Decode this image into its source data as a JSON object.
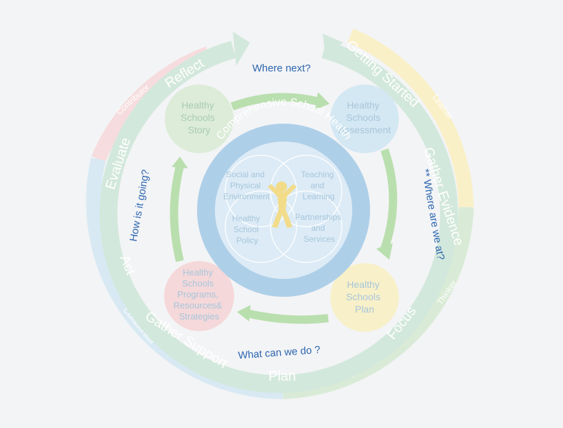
{
  "colors": {
    "background": "#f3f4f6",
    "pink": "#f6dcde",
    "yellow": "#faf0c8",
    "sky": "#d8e9f3",
    "green": "#d9ebd6",
    "ring_teal": "#d3e8dc",
    "ring_text": "#ffffff",
    "question_blue": "#2d66b0",
    "arrow_green": "#b9dfae",
    "center_blue": "#aecfe8",
    "center_light": "#dcebf6",
    "stage_text": "#a7c6db"
  },
  "outer_roles": [
    "Contributor",
    "Learner",
    "Thinker",
    "Innovator",
    "Collaborator"
  ],
  "middle_steps": [
    "Reflect",
    "Getting Started",
    "Gather Evidence",
    "Focus",
    "Plan",
    "Gather Support",
    "Act",
    "Evaluate"
  ],
  "questions": {
    "top": "Where next?",
    "right": "** Where are we at?",
    "bottom": "What can we do ?",
    "left": "How is it going?"
  },
  "stages": {
    "story": [
      "Healthy",
      "Schools",
      "Story"
    ],
    "assessment": [
      "Healthy",
      "Schools",
      "Assessment"
    ],
    "plan": [
      "Healthy",
      "Schools",
      "Plan"
    ],
    "programs": [
      "Healthy",
      "Schools",
      "Programs,",
      "Resources&",
      "Strategies"
    ]
  },
  "center": {
    "title": "Comprehensive School Health",
    "social": [
      "Social and",
      "Physical",
      "Environment"
    ],
    "teaching": [
      "Teaching",
      "and",
      "Learning"
    ],
    "policy": [
      "Healthy",
      "School",
      "Policy"
    ],
    "partnerships": [
      "Partnerships",
      "and",
      "Services"
    ]
  }
}
